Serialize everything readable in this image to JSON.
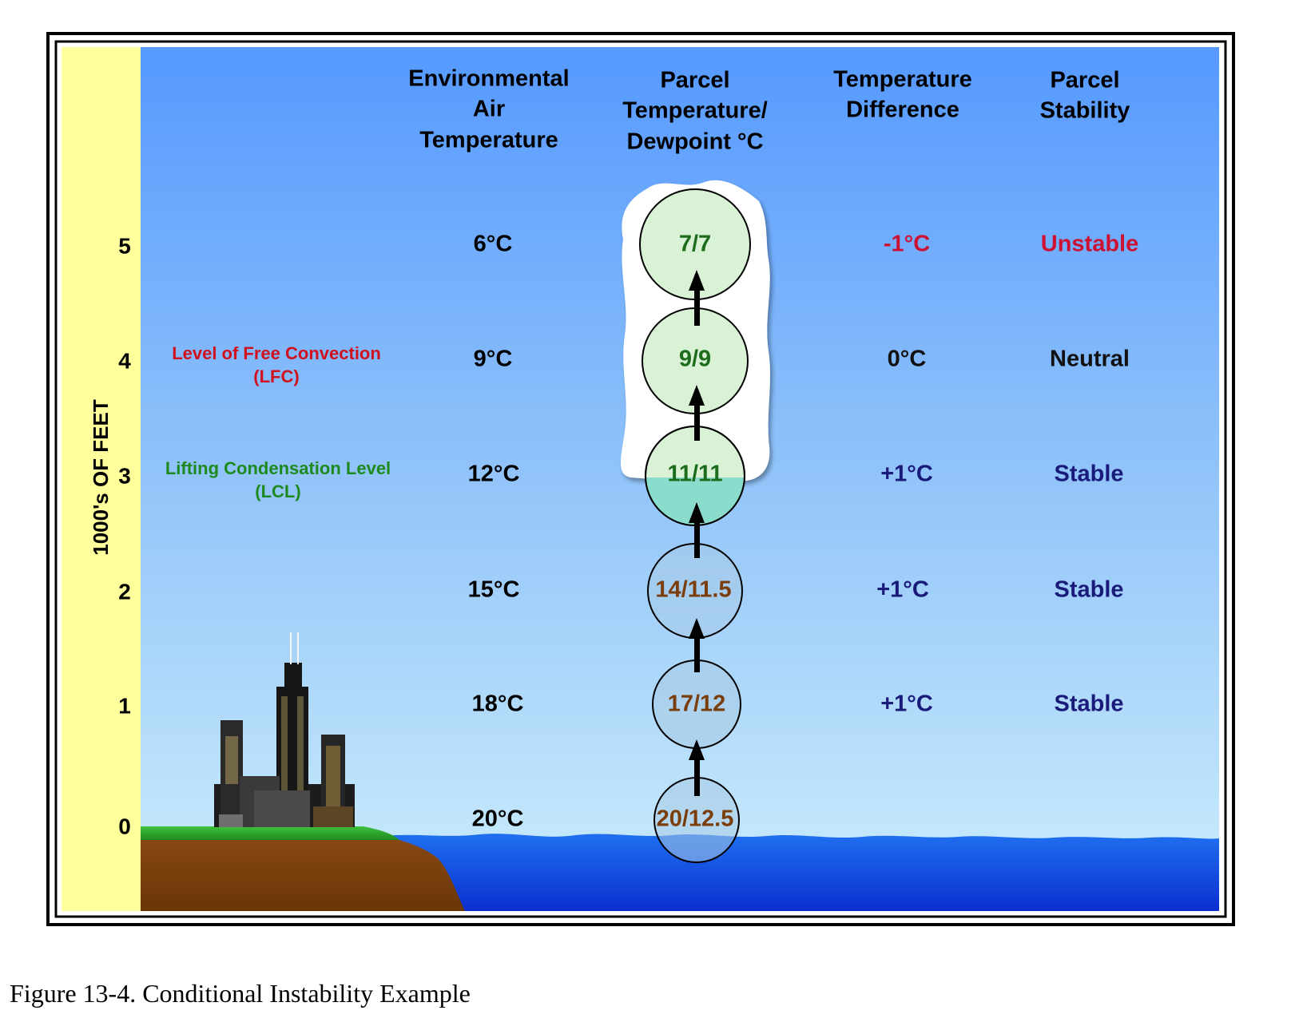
{
  "axis": {
    "label": "1000's OF FEET",
    "ticks": [
      "0",
      "1",
      "2",
      "3",
      "4",
      "5"
    ]
  },
  "headers": {
    "env": [
      "Environmental",
      "Air",
      "Temperature"
    ],
    "parcel": [
      "Parcel",
      "Temperature/",
      "Dewpoint °C"
    ],
    "diff": [
      "Temperature",
      "Difference"
    ],
    "stability": [
      "Parcel",
      "Stability"
    ]
  },
  "levels_labels": {
    "lfc": {
      "line1": "Level of Free Convection",
      "line2": "(LFC)"
    },
    "lcl": {
      "line1": "Lifting Condensation Level",
      "line2": "(LCL)"
    }
  },
  "rows": [
    {
      "alt": "0",
      "env": "20°C",
      "parcel": "20/12.5",
      "diff": "",
      "stability": ""
    },
    {
      "alt": "1",
      "env": "18°C",
      "parcel": "17/12",
      "diff": "+1°C",
      "stability": "Stable"
    },
    {
      "alt": "2",
      "env": "15°C",
      "parcel": "14/11.5",
      "diff": "+1°C",
      "stability": "Stable"
    },
    {
      "alt": "3",
      "env": "12°C",
      "parcel": "11/11",
      "diff": "+1°C",
      "stability": "Stable"
    },
    {
      "alt": "4",
      "env": "9°C",
      "parcel": "9/9",
      "diff": "0°C",
      "stability": "Neutral"
    },
    {
      "alt": "5",
      "env": "6°C",
      "parcel": "7/7",
      "diff": "-1°C",
      "stability": "Unstable"
    }
  ],
  "caption": "Figure 13-4. Conditional Instability Example",
  "colors": {
    "stable": "#1a1a7a",
    "unstable": "#cc1133",
    "neutral": "#111111",
    "dry_parcel_text": "#7a3d0c",
    "moist_parcel_text": "#1d6b1d",
    "lfc": "#d0101c",
    "lcl": "#1e8a1e"
  }
}
